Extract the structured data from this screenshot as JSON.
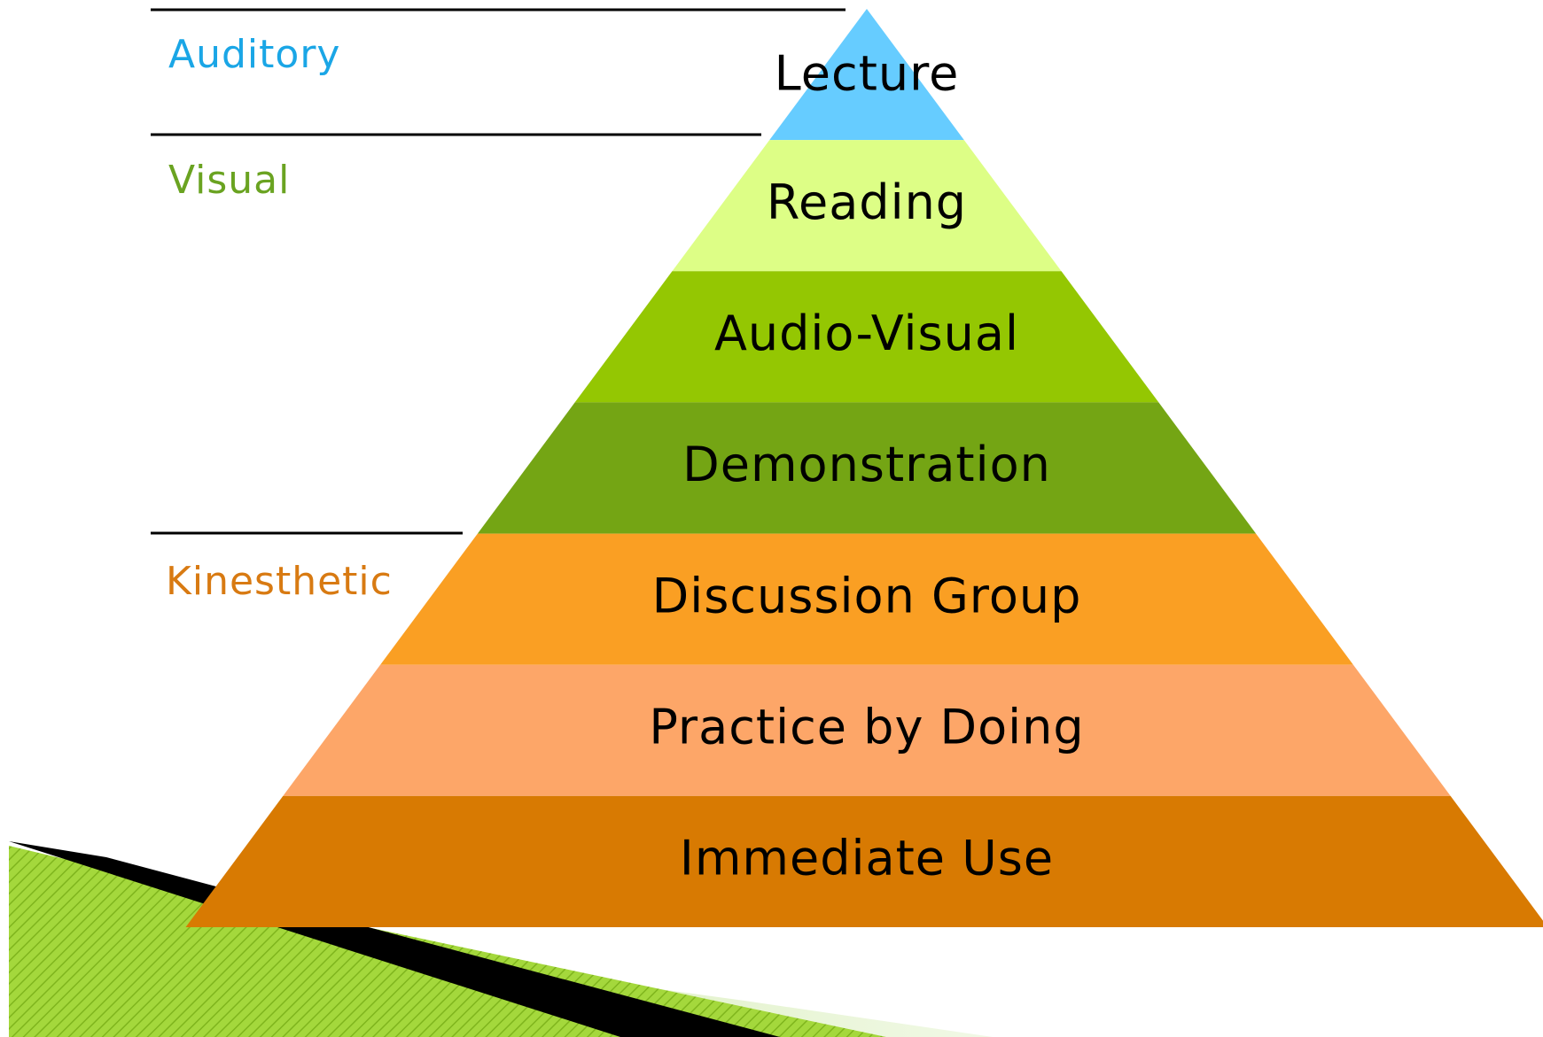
{
  "learning_styles": [
    {
      "label": "Auditory",
      "color": "#1aa6e6"
    },
    {
      "label": "Visual",
      "color": "#6aa321"
    },
    {
      "label": "Kinesthetic",
      "color": "#d87a12"
    }
  ],
  "pyramid": {
    "tiers": [
      {
        "label": "Lecture",
        "color": "#66ccff"
      },
      {
        "label": "Reading",
        "color": "#ddfe86"
      },
      {
        "label": "Audio-Visual",
        "color": "#94c702"
      },
      {
        "label": "Demonstration",
        "color": "#74a514"
      },
      {
        "label": "Discussion Group",
        "color": "#fa9f23"
      },
      {
        "label": "Practice by Doing",
        "color": "#fda668"
      },
      {
        "label": "Immediate Use",
        "color": "#d87a02"
      }
    ]
  },
  "decoration": {
    "swoosh_colors": [
      "#9bd132",
      "#000000",
      "#e8f5d5"
    ]
  }
}
